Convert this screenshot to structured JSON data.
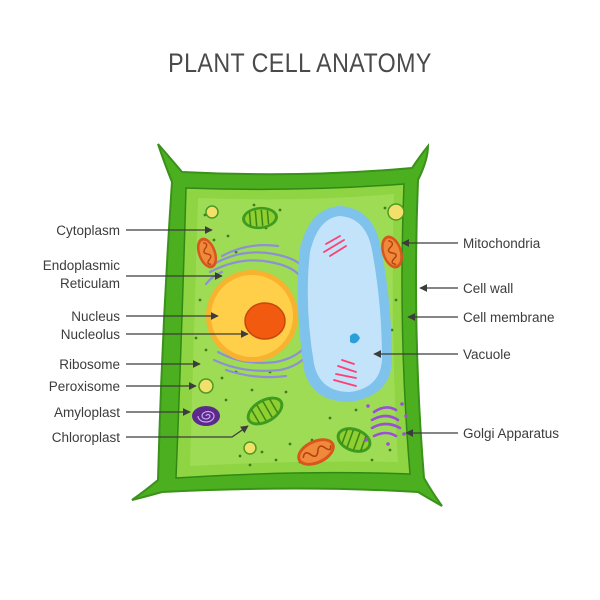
{
  "title": "PLANT CELL ANATOMY",
  "labels": {
    "cytoplasm": "Cytoplasm",
    "endoplasmic_1": "Endoplasmic",
    "endoplasmic_2": "Reticulam",
    "nucleus": "Nucleus",
    "nucleolus": "Nucleolus",
    "ribosome": "Ribosome",
    "peroxisome": "Peroxisome",
    "amyloplast": "Amyloplast",
    "chloroplast": "Chloroplast",
    "mitochondria": "Mitochondria",
    "cell_wall": "Cell wall",
    "cell_membrane": "Cell membrane",
    "vacuole": "Vacuole",
    "golgi": "Golgi Apparatus"
  },
  "colors": {
    "cell_wall": "#4caf1f",
    "cytoplasm": "#8fd443",
    "nucleus": "#ffc83a",
    "nucleolus": "#f25a0f",
    "vacuole": "#b6dcf7",
    "mitochondria": "#e06a2a",
    "golgi": "#9b4fd8",
    "amyloplast": "#5b2a8a"
  }
}
